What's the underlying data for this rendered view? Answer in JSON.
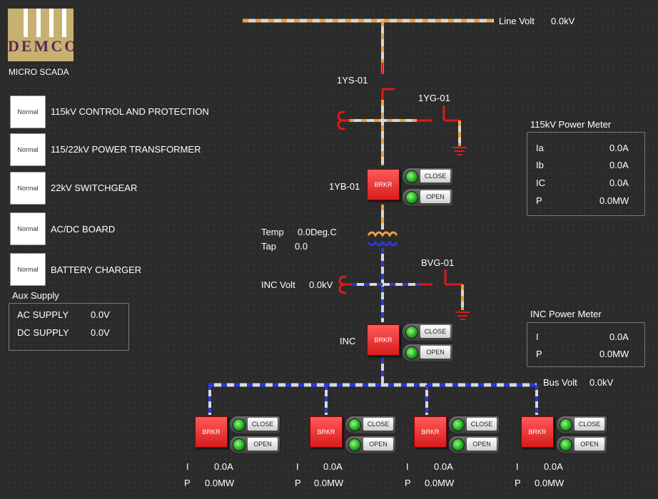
{
  "app": {
    "logo_text": "DEMCO",
    "title": "MICRO SCADA"
  },
  "nav_items": [
    {
      "status": "Normal",
      "label": "115kV CONTROL AND PROTECTION"
    },
    {
      "status": "Normal",
      "label": "115/22kV POWER TRANSFORMER"
    },
    {
      "status": "Normal",
      "label": "22kV SWITCHGEAR"
    },
    {
      "status": "Normal",
      "label": "AC/DC BOARD"
    },
    {
      "status": "Normal",
      "label": "BATTERY CHARGER"
    }
  ],
  "aux_supply": {
    "title": "Aux Supply",
    "ac_label": "AC SUPPLY",
    "ac_value": "0.0V",
    "dc_label": "DC SUPPLY",
    "dc_value": "0.0V"
  },
  "line": {
    "label": "Line Volt",
    "value": "0.0kV"
  },
  "switches": {
    "ys": "1YS-01",
    "yg": "1YG-01",
    "yb": "1YB-01",
    "bvg": "BVG-01",
    "inc": "INC"
  },
  "transformer": {
    "temp_label": "Temp",
    "temp_value": "0.0Deg.C",
    "tap_label": "Tap",
    "tap_value": "0.0"
  },
  "inc_volt": {
    "label": "INC Volt",
    "value": "0.0kV"
  },
  "bus_volt": {
    "label": "Bus Volt",
    "value": "0.0kV"
  },
  "meter_115": {
    "title": "115kV Power Meter",
    "ia_label": "Ia",
    "ia_value": "0.0A",
    "ib_label": "Ib",
    "ib_value": "0.0A",
    "ic_label": "IC",
    "ic_value": "0.0A",
    "p_label": "P",
    "p_value": "0.0MW"
  },
  "meter_inc": {
    "title": "INC Power Meter",
    "i_label": "I",
    "i_value": "0.0A",
    "p_label": "P",
    "p_value": "0.0MW"
  },
  "breaker": {
    "label": "BRKR",
    "close_label": "CLOSE",
    "open_label": "OPEN"
  },
  "feeders": [
    {
      "i_label": "I",
      "i_value": "0.0A",
      "p_label": "P",
      "p_value": "0.0MW"
    },
    {
      "i_label": "I",
      "i_value": "0.0A",
      "p_label": "P",
      "p_value": "0.0MW"
    },
    {
      "i_label": "I",
      "i_value": "0.0A",
      "p_label": "P",
      "p_value": "0.0MW"
    },
    {
      "i_label": "I",
      "i_value": "0.0A",
      "p_label": "P",
      "p_value": "0.0MW"
    }
  ],
  "colors": {
    "hv_dash": "#f0a040",
    "lv_dash": "#2a3ad8",
    "conductor": "#d8d8d8",
    "alarm_red": "#e01818",
    "lamp_green": "#1aa31a"
  }
}
